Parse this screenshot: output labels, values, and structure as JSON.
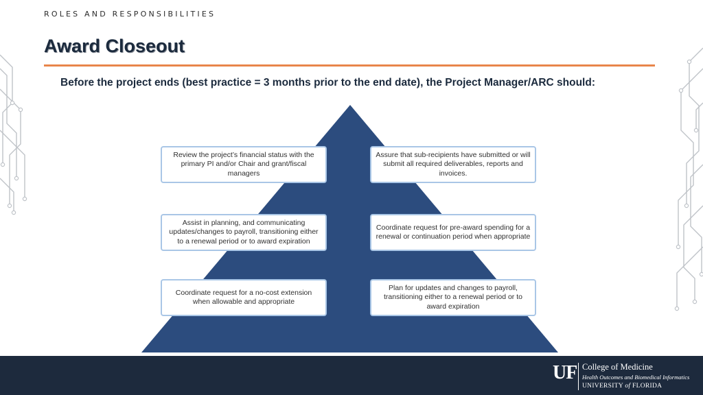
{
  "header": {
    "kicker": "ROLES AND RESPONSIBILITIES",
    "title": "Award Closeout",
    "subtitle": "Before the project ends (best practice = 3 months prior to the end date), the Project Manager/ARC should:"
  },
  "colors": {
    "accent_rule": "#e8854a",
    "pyramid_fill": "#2c4c7e",
    "box_border": "#a9c6e6",
    "footer_bg": "#1d2a3d",
    "title_text": "#1b2a3d",
    "circuit_line": "#bfc3c8"
  },
  "boxes": [
    {
      "id": "left-1",
      "text": "Review the project’s financial status with the primary PI and/or Chair and grant/fiscal managers"
    },
    {
      "id": "right-1",
      "text": "Assure that sub-recipients have submitted or will submit all required deliverables, reports and invoices."
    },
    {
      "id": "left-2",
      "text": "Assist in planning, and communicating updates/changes to payroll, transitioning either to a renewal period or to award expiration"
    },
    {
      "id": "right-2",
      "text": "Coordinate request for pre-award spending for a renewal or continuation period when appropriate"
    },
    {
      "id": "left-3",
      "text": "Coordinate request for a no-cost extension when allowable and appropriate"
    },
    {
      "id": "right-3",
      "text": "Plan for updates and changes to payroll, transitioning either to a renewal period or to award expiration"
    }
  ],
  "footer": {
    "logo_mark": "UF",
    "college": "College of Medicine",
    "department": "Health Outcomes and Biomedical Informatics",
    "university_prefix": "UNIVERSITY ",
    "university_of": "of",
    "university_suffix": " FLORIDA"
  }
}
